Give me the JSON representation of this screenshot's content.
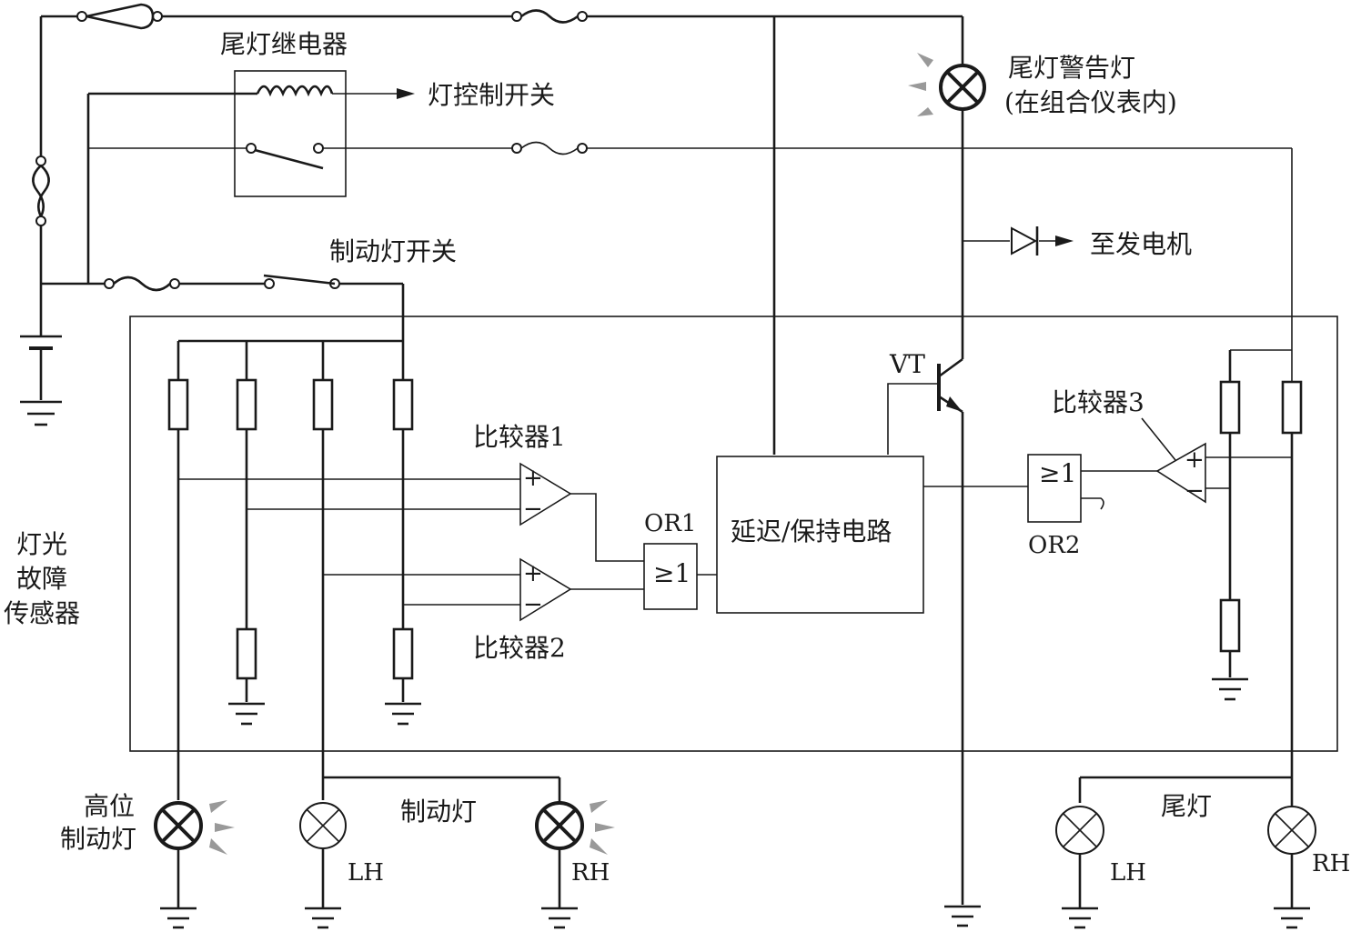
{
  "labels": {
    "tail_relay": "尾灯继电器",
    "light_control_switch": "灯控制开关",
    "brake_light_switch": "制动灯开关",
    "tail_warning_lamp_line1": "尾灯警告灯",
    "tail_warning_lamp_line2": "(在组合仪表内)",
    "to_generator": "至发电机",
    "transistor": "VT",
    "comparator1": "比较器1",
    "comparator2": "比较器2",
    "comparator3": "比较器3",
    "or1": "OR1",
    "or2": "OR2",
    "or_gate_symbol": "≥1",
    "delay_hold_circuit": "延迟/保持电路",
    "sensor_line1": "灯光",
    "sensor_line2": "故障",
    "sensor_line3": "传感器",
    "high_mount_line1": "高位",
    "high_mount_line2": "制动灯",
    "brake_light": "制动灯",
    "tail_light": "尾灯",
    "lh_brake": "LH",
    "rh_brake": "RH",
    "lh_tail": "LH",
    "rh_tail": "RH",
    "plus_sign": "+",
    "minus_sign": "−"
  },
  "icons": {
    "lamp": "lamp-icon",
    "resistor": "resistor-icon",
    "fuse": "fuse-icon",
    "ground": "ground-icon",
    "battery": "battery-icon",
    "diode": "diode-icon",
    "transistor": "npn-transistor-icon",
    "comparator": "comparator-icon",
    "or_gate": "or-gate-icon",
    "relay_coil": "relay-coil-icon",
    "switch": "switch-icon"
  },
  "colors": {
    "line": "#1a1a1a",
    "light_rays": "#999999",
    "background": "#ffffff"
  }
}
